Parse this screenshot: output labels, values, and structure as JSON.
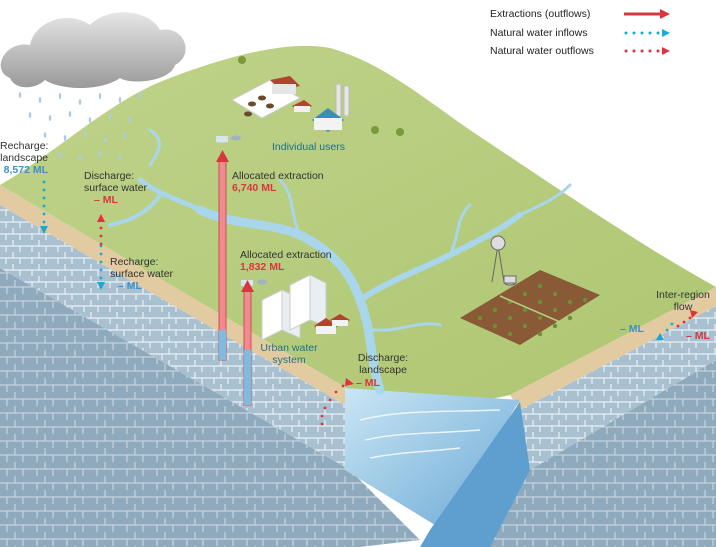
{
  "legend": {
    "extractions": "Extractions (outflows)",
    "inflows": "Natural water inflows",
    "outflows": "Natural water outflows"
  },
  "labels": {
    "recharge_landscape": {
      "line1": "Recharge:",
      "line2": "landscape",
      "value": "8,572 ML"
    },
    "discharge_surface_water": {
      "line1": "Discharge:",
      "line2": "surface water",
      "value": "– ML"
    },
    "recharge_surface_water": {
      "line1": "Recharge:",
      "line2": "surface water",
      "value": "– ML"
    },
    "allocated_extraction_upper": {
      "line1": "Allocated extraction",
      "value": "6,740 ML"
    },
    "allocated_extraction_lower": {
      "line1": "Allocated extraction",
      "value": "1,832 ML"
    },
    "individual_users": "Individual users",
    "urban_water_system": {
      "line1": "Urban water",
      "line2": "system"
    },
    "discharge_landscape": {
      "line1": "Discharge:",
      "line2": "landscape",
      "value": "– ML"
    },
    "inter_region_flow": {
      "line1": "Inter-region",
      "line2": "flow",
      "inflow_value": "– ML",
      "outflow_value": "– ML"
    }
  },
  "colors": {
    "extraction_red": "#d7373f",
    "inflow_blue": "#19a9d6",
    "outflow_red": "#e0323c",
    "land_green": "#b9cf7f",
    "river_blue": "#a9d6ea",
    "rock_blue": "#a7c4d6",
    "sand": "#e2cba1"
  }
}
